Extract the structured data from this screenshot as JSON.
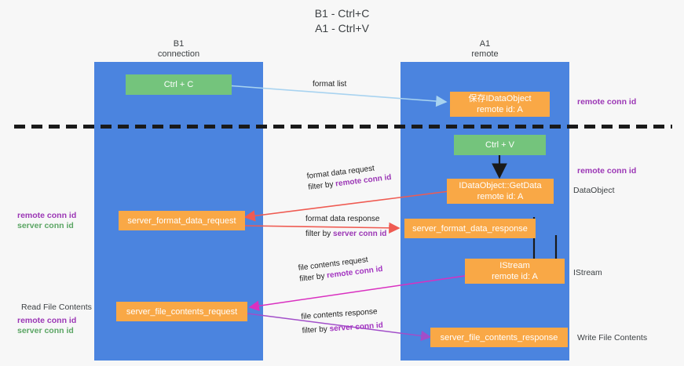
{
  "title": {
    "line1": "B1 - Ctrl+C",
    "line2": "A1 - Ctrl+V"
  },
  "lanes": [
    {
      "name": "B1",
      "role": "connection"
    },
    {
      "name": "A1",
      "role": "remote"
    }
  ],
  "nodes": {
    "ctrl_c": {
      "label": "Ctrl + C",
      "kind": "action"
    },
    "save_dataobject": {
      "line1": "保存IDataObject",
      "line2": "remote id: A",
      "kind": "object"
    },
    "ctrl_v": {
      "label": "Ctrl + V",
      "kind": "action"
    },
    "getdata": {
      "line1": "IDataObject::GetData",
      "line2": "remote id: A",
      "kind": "object"
    },
    "format_req": {
      "label": "server_format_data_request",
      "kind": "message"
    },
    "format_resp": {
      "label": "server_format_data_response",
      "kind": "message"
    },
    "istream": {
      "line1": "IStream",
      "line2": "remote id: A",
      "kind": "object"
    },
    "file_req": {
      "label": "server_file_contents_request",
      "kind": "message"
    },
    "file_resp": {
      "label": "server_file_contents_response",
      "kind": "message"
    }
  },
  "edges": [
    {
      "id": "format-list",
      "label": "format list",
      "filter": ""
    },
    {
      "id": "format-data-req",
      "label": "format data request",
      "filter_prefix": "filter by ",
      "filter_key": "remote conn id"
    },
    {
      "id": "format-data-resp",
      "label": "format data response",
      "filter_prefix": "filter by ",
      "filter_key": "server conn id"
    },
    {
      "id": "file-contents-req",
      "label": "file contents request",
      "filter_prefix": "filter by ",
      "filter_key": "remote conn id"
    },
    {
      "id": "file-contents-resp",
      "label": "file contents response",
      "filter_prefix": "filter by ",
      "filter_key": "server conn id"
    }
  ],
  "annotations": {
    "right_top_conn": "remote conn id",
    "right_mid_conn": "remote conn id",
    "right_dataobject": "DataObject",
    "right_istream": "IStream",
    "right_write_file": "Write File Contents",
    "left_remote_conn": "remote conn id",
    "left_server_conn": "server conn id",
    "left_read_file": "Read File Contents",
    "left_remote_conn_2": "remote conn id",
    "left_server_conn_2": "server conn id"
  },
  "colors": {
    "lane": "#4b84df",
    "action": "#74c47c",
    "message": "#f9a846",
    "purple": "#9b36b5",
    "green_text": "#5aa563",
    "arrow_blue": "#a8d3f0",
    "arrow_red": "#ef5b52",
    "arrow_magenta": "#d930c0",
    "arrow_purple": "#a24ec9",
    "arrow_black": "#1a1a1a",
    "background": "#f7f7f7"
  }
}
